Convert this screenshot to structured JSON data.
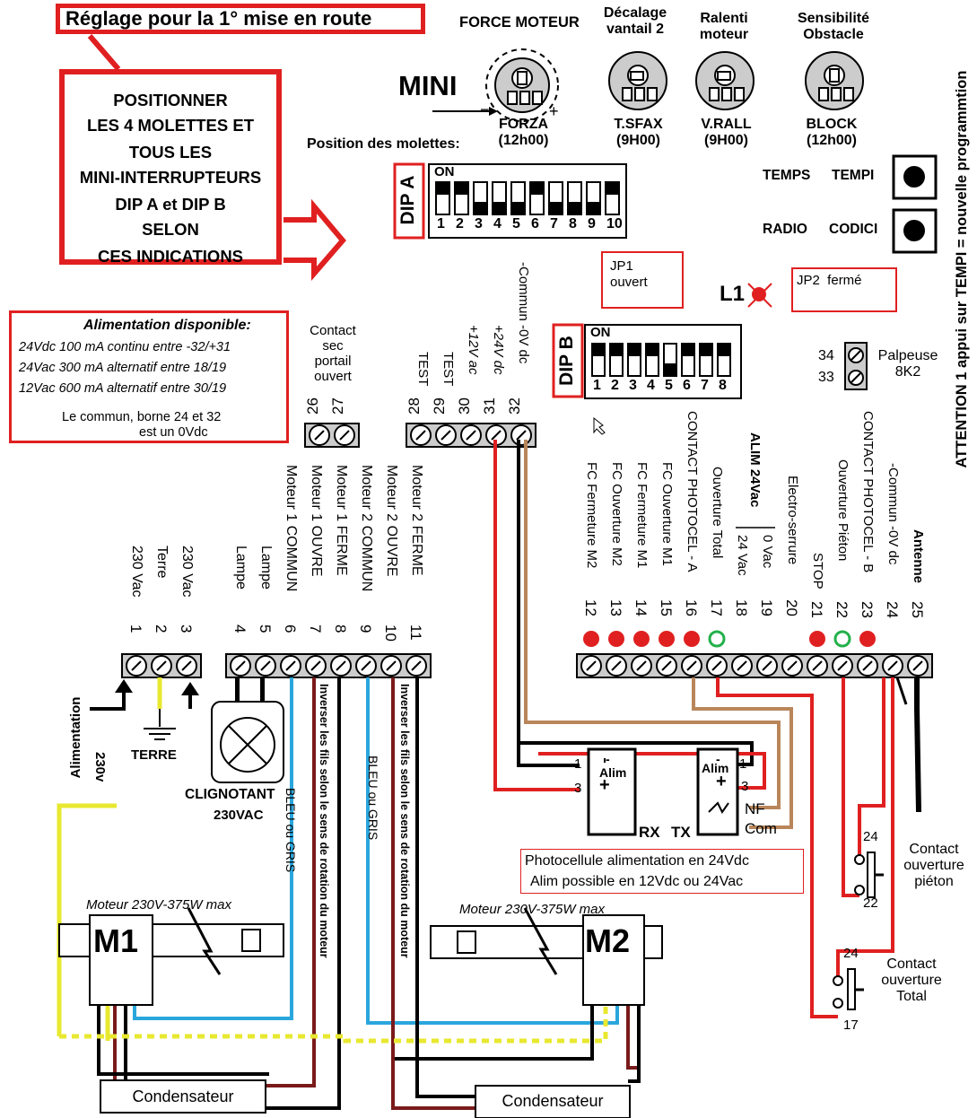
{
  "title": "Réglage pour la 1° mise en route",
  "instructions": [
    "POSITIONNER",
    "LES 4 MOLETTES  ET",
    "TOUS LES",
    "MINI-INTERRUPTEURS",
    "DIP A  et DIP B",
    "SELON",
    "CES INDICATIONS"
  ],
  "potentiometers": {
    "mini_label": "MINI",
    "position_label": "Position des molettes:",
    "items": [
      {
        "header": [
          "FORCE MOTEUR"
        ],
        "code": "FORZA",
        "position": "(12h00)"
      },
      {
        "header": [
          "Décalage",
          "vantail 2"
        ],
        "code": "T.SFAX",
        "position": "(9H00)"
      },
      {
        "header": [
          "Ralenti",
          "moteur"
        ],
        "code": "V.RALL",
        "position": "(9H00)"
      },
      {
        "header": [
          "Sensibilité",
          "Obstacle"
        ],
        "code": "BLOCK",
        "position": "(12h00)"
      }
    ]
  },
  "dip_a": {
    "label": "DIP A",
    "on_label": "ON",
    "numbers": [
      "1",
      "2",
      "3",
      "4",
      "5",
      "6",
      "7",
      "8",
      "9",
      "10"
    ],
    "states": [
      "on",
      "on",
      "off",
      "off",
      "off",
      "on",
      "off",
      "off",
      "off",
      "on"
    ]
  },
  "dip_b": {
    "label": "DIP B",
    "on_label": "ON",
    "numbers": [
      "1",
      "2",
      "3",
      "4",
      "5",
      "6",
      "7",
      "8"
    ],
    "states": [
      "on",
      "on",
      "on",
      "on",
      "off",
      "on",
      "on",
      "on"
    ]
  },
  "buttons": {
    "temps": "TEMPS",
    "tempi": "TEMPI",
    "radio": "RADIO",
    "codici": "CODICI",
    "attention": "ATTENTION 1 appui sur TEMPI = nouvelle programmtion"
  },
  "jumpers": {
    "jp1": [
      "JP1",
      "ouvert"
    ],
    "jp2": "JP2  fermé",
    "l1": "L1"
  },
  "palpeuse": {
    "terminals": [
      "34",
      "33"
    ],
    "label": [
      "Palpeuse",
      "8K2"
    ]
  },
  "alimentation": {
    "title": "Alimentation disponible:",
    "lines": [
      [
        "24Vdc",
        "100 mA continu entre -32/+31"
      ],
      [
        "24Vac",
        "300 mA alternatif entre 18/19"
      ],
      [
        "12Vac",
        "600 mA alternatif entre 30/19"
      ]
    ],
    "commun": [
      "Le commun, borne 24 et 32",
      "est un 0Vdc"
    ]
  },
  "contact_sec": [
    "Contact",
    "sec",
    "portail",
    "ouvert"
  ],
  "terminals_top": [
    "26",
    "27",
    "28",
    "29",
    "30",
    "31",
    "32"
  ],
  "terminals_top_labels": [
    "TEST",
    "TEST",
    "+12V ac",
    "+24V dc",
    "-Commun -0V dc"
  ],
  "terminals_left": [
    {
      "num": "1",
      "label": "230 Vac"
    },
    {
      "num": "2",
      "label": "Terre"
    },
    {
      "num": "3",
      "label": "230 Vac"
    },
    {
      "num": "4",
      "label": "Lampe"
    },
    {
      "num": "5",
      "label": "Lampe"
    },
    {
      "num": "6",
      "label": "Moteur 1 COMMUN"
    },
    {
      "num": "7",
      "label": "Moteur 1 OUVRE"
    },
    {
      "num": "8",
      "label": "Moteur 1 FERME"
    },
    {
      "num": "9",
      "label": "Moteur 2 COMMUN"
    },
    {
      "num": "10",
      "label": "Moteur 2 OUVRE"
    },
    {
      "num": "11",
      "label": "Moteur 2 FERME"
    }
  ],
  "terminals_right": [
    {
      "num": "12",
      "label": "FC Fermeture M2"
    },
    {
      "num": "13",
      "label": "FC Ouverture M2"
    },
    {
      "num": "14",
      "label": "FC Fermeture M1"
    },
    {
      "num": "15",
      "label": "FC Ouverture M1"
    },
    {
      "num": "16",
      "label": "CONTACT PHOTOCEL - A"
    },
    {
      "num": "17",
      "label": "Ouverture Total"
    },
    {
      "num": "18",
      "label": "24 Vac"
    },
    {
      "num": "19",
      "label": "0 Vac"
    },
    {
      "num": "20",
      "label": "Electro-serrure"
    },
    {
      "num": "21",
      "label": "STOP"
    },
    {
      "num": "22",
      "label": "Ouverture Piéton"
    },
    {
      "num": "23",
      "label": "CONTACT PHOTOCEL - B"
    },
    {
      "num": "24",
      "label": "-Commun -0V dc"
    },
    {
      "num": "25",
      "label": "Antenne"
    }
  ],
  "alim_24vac_label": "ALIM 24Vac",
  "led_states": [
    "red",
    "red",
    "red",
    "red",
    "red",
    "green",
    "none",
    "none",
    "none",
    "red",
    "green",
    "red",
    "none",
    "none"
  ],
  "power": {
    "alimentation": "Alimentation",
    "v230": "230v",
    "terre": "TERRE"
  },
  "clignotant": [
    "CLIGNOTANT",
    "230VAC"
  ],
  "wires": {
    "bleu_gris": "BLEU ou GRIS",
    "inverser": "Inverser les fils selon le sens de rotation du moteur"
  },
  "motors": {
    "m1": "M1",
    "m2": "M2",
    "spec": "Moteur 230V-375W max",
    "condensateur": "Condensateur"
  },
  "photocell": {
    "alim": "Alim",
    "rx": "RX",
    "tx": "TX",
    "nf": "NF",
    "com": "Com",
    "pins": [
      "1",
      "3"
    ],
    "note": [
      "Photocellule alimentation en 24Vdc",
      "Alim possible en 12Vdc ou 24Vac"
    ]
  },
  "contacts": {
    "pieton": {
      "terminals": [
        "24",
        "22"
      ],
      "label": [
        "Contact",
        "ouverture",
        "piéton"
      ]
    },
    "total": {
      "terminals": [
        "24",
        "17"
      ],
      "label": [
        "Contact",
        "ouverture",
        "Total"
      ]
    }
  },
  "colors": {
    "red": "#e02020",
    "blue": "#2aa6dc",
    "brown": "#b9865a",
    "darkred": "#7a1a1a",
    "green": "#22b04a",
    "yellow": "#e8e830"
  }
}
